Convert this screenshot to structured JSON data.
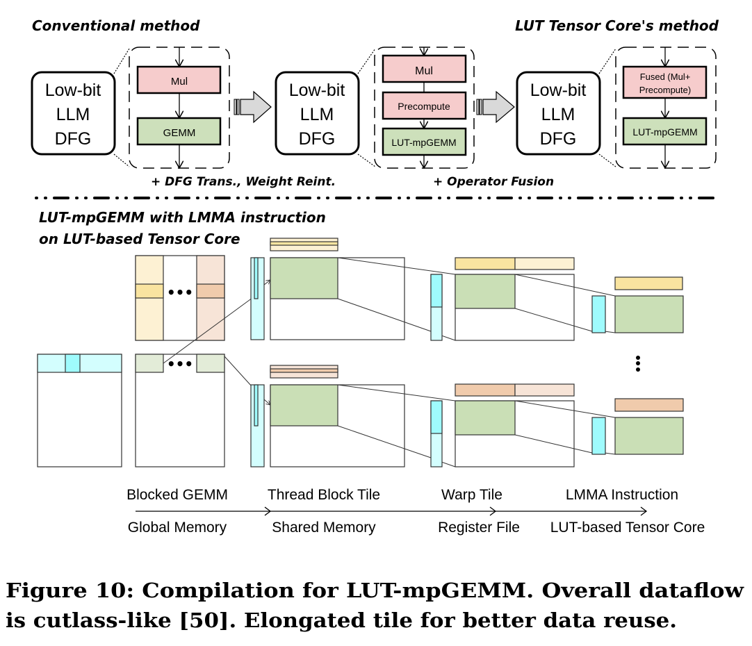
{
  "top": {
    "title_left": "Conventional method",
    "title_right": "LUT Tensor Core's method",
    "dfg_block": {
      "line1": "Low-bit",
      "line2": "LLM",
      "line3": "DFG"
    },
    "stage1": {
      "ops": [
        "Mul",
        "GEMM"
      ],
      "op_colors": [
        "#f6cccc",
        "#cde0bb"
      ]
    },
    "stage2": {
      "ops": [
        "Mul",
        "Precompute",
        "LUT-mpGEMM"
      ],
      "op_colors": [
        "#f6cccc",
        "#f6cccc",
        "#cde0bb"
      ]
    },
    "stage3": {
      "ops_line1": "Fused (Mul+",
      "ops_line2": "Precompute)",
      "op2": "LUT-mpGEMM",
      "op_colors": [
        "#f6cccc",
        "#cde0bb"
      ]
    },
    "transform1": "+ DFG Trans., Weight Reint.",
    "transform2": "+ Operator Fusion"
  },
  "bottom": {
    "title_line1": "LUT-mpGEMM with LMMA instruction",
    "title_line2": "on LUT-based Tensor Core",
    "levels": [
      {
        "tile": "Blocked GEMM",
        "memory": "Global Memory"
      },
      {
        "tile": "Thread Block Tile",
        "memory": "Shared Memory"
      },
      {
        "tile": "Warp Tile",
        "memory": "Register File"
      },
      {
        "tile": "LMMA Instruction",
        "memory": "LUT-based Tensor Core"
      }
    ],
    "ellipsis": "•••",
    "colors": {
      "cyan_light": "#d3fefe",
      "cyan": "#9ffbfd",
      "yellow_light": "#fdf1d3",
      "yellow": "#f9e4a0",
      "peach_light": "#f7e4d7",
      "peach": "#f0cbac",
      "green": "#cadfb6",
      "green_light": "#e3ecd8",
      "red_light": "#f6cccc"
    }
  },
  "caption": {
    "line1": "Figure 10: Compilation for LUT-mpGEMM. Overall dataflow",
    "line2": "is cutlass-like [50]. Elongated tile for better data reuse."
  }
}
